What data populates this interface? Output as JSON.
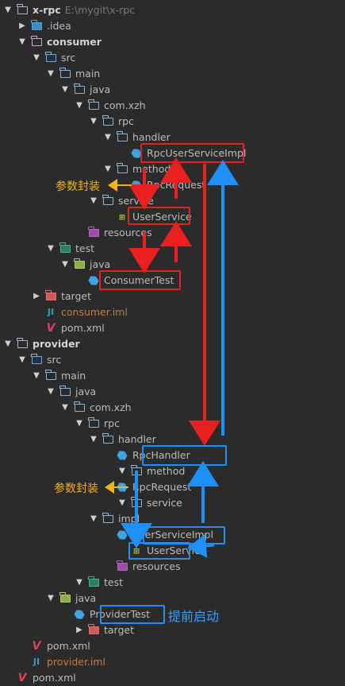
{
  "tree": [
    {
      "label": "x-rpc",
      "path": "E:\\mygit\\x-rpc",
      "icon": "module-folder-icon",
      "expand": "down",
      "bold": true
    },
    {
      "label": ".idea",
      "icon": "idea-folder-icon",
      "expand": "right"
    },
    {
      "label": "consumer",
      "icon": "module-folder-icon",
      "expand": "down",
      "bold": true
    },
    {
      "label": "src",
      "icon": "source-folder-icon",
      "expand": "down"
    },
    {
      "label": "main",
      "icon": "folder-icon",
      "expand": "down"
    },
    {
      "label": "java",
      "icon": "folder-icon",
      "expand": "down"
    },
    {
      "label": "com.xzh",
      "icon": "package-icon",
      "expand": "down"
    },
    {
      "label": "rpc",
      "icon": "package-icon",
      "expand": "down"
    },
    {
      "label": "handler",
      "icon": "package-icon",
      "expand": "down"
    },
    {
      "label": "RpcUserServiceImpl",
      "icon": "class-icon"
    },
    {
      "label": "method",
      "icon": "package-icon",
      "expand": "down"
    },
    {
      "label": "RpcRequest",
      "icon": "class-icon"
    },
    {
      "label": "service",
      "icon": "package-icon",
      "expand": "down"
    },
    {
      "label": "UserService",
      "icon": "interface-icon"
    },
    {
      "label": "resources",
      "icon": "resources-folder-icon"
    },
    {
      "label": "test",
      "icon": "test-folder-icon",
      "expand": "down"
    },
    {
      "label": "java",
      "icon": "test-java-folder-icon",
      "expand": "down"
    },
    {
      "label": "ConsumerTest",
      "icon": "class-icon"
    },
    {
      "label": "target",
      "icon": "target-folder-icon",
      "expand": "right"
    },
    {
      "label": "consumer.iml",
      "icon": "iml-file-icon",
      "orange": true
    },
    {
      "label": "pom.xml",
      "icon": "maven-file-icon"
    },
    {
      "label": "provider",
      "icon": "module-folder-icon",
      "expand": "down",
      "bold": true
    },
    {
      "label": "src",
      "icon": "source-folder-icon",
      "expand": "down"
    },
    {
      "label": "main",
      "icon": "folder-icon",
      "expand": "down"
    },
    {
      "label": "java",
      "icon": "folder-icon",
      "expand": "down"
    },
    {
      "label": "com.xzh",
      "icon": "package-icon",
      "expand": "down"
    },
    {
      "label": "rpc",
      "icon": "package-icon",
      "expand": "down"
    },
    {
      "label": "handler",
      "icon": "package-icon",
      "expand": "down"
    },
    {
      "label": "RpcHandler",
      "icon": "class-icon"
    },
    {
      "label": "method",
      "icon": "package-icon",
      "expand": "down"
    },
    {
      "label": "RpcRequest",
      "icon": "class-icon"
    },
    {
      "label": "service",
      "icon": "package-icon",
      "expand": "down"
    },
    {
      "label": "impl",
      "icon": "package-icon",
      "expand": "down"
    },
    {
      "label": "UserServiceImpl",
      "icon": "class-icon"
    },
    {
      "label": "UserService",
      "icon": "interface-icon"
    },
    {
      "label": "resources",
      "icon": "resources-folder-icon"
    },
    {
      "label": "test",
      "icon": "test-folder-icon",
      "expand": "down"
    },
    {
      "label": "java",
      "icon": "test-java-folder-icon",
      "expand": "down"
    },
    {
      "label": "ProviderTest",
      "icon": "class-icon"
    },
    {
      "label": "target",
      "icon": "target-folder-icon",
      "expand": "right"
    },
    {
      "label": "pom.xml",
      "icon": "maven-file-icon"
    },
    {
      "label": "provider.iml",
      "icon": "iml-file-icon",
      "orange": true
    },
    {
      "label": "pom.xml",
      "icon": "maven-file-icon"
    }
  ],
  "annotations": {
    "consumer_wrap": "参数封装",
    "provider_wrap": "参数封装",
    "provider_start": "提前启动"
  },
  "colors": {
    "background": "#2b2b2b",
    "consumer_flow": "#e8201f",
    "provider_flow": "#1e90ff",
    "annotation_yellow": "#f0b21a"
  }
}
